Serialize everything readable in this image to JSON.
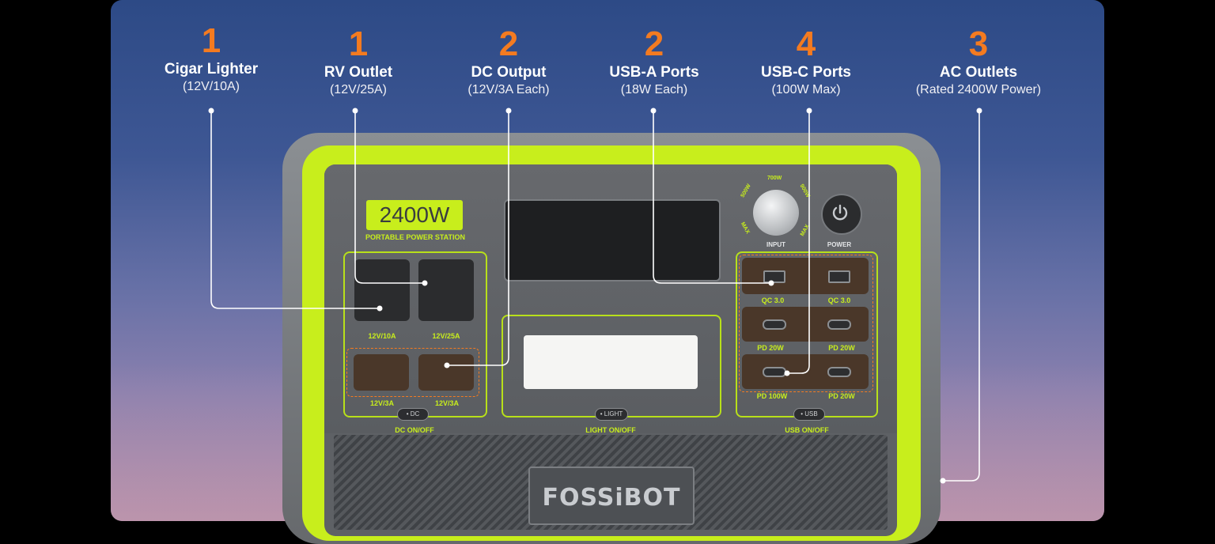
{
  "callouts": [
    {
      "count": "1",
      "title": "Cigar Lighter",
      "spec": "(12V/10A)"
    },
    {
      "count": "1",
      "title": "RV Outlet",
      "spec": "(12V/25A)"
    },
    {
      "count": "2",
      "title": "DC Output",
      "spec": "(12V/3A Each)"
    },
    {
      "count": "2",
      "title": "USB-A Ports",
      "spec": "(18W Each)"
    },
    {
      "count": "4",
      "title": "USB-C Ports",
      "spec": "(100W Max)"
    },
    {
      "count": "3",
      "title": "AC Outlets",
      "spec": "(Rated 2400W Power)"
    }
  ],
  "device": {
    "badge": "2400W",
    "badge_sub": "PORTABLE POWER STATION",
    "logo": "FOSSiBOT",
    "knob_marks": [
      "500W",
      "700W",
      "900W",
      "MAX",
      "MAX"
    ],
    "knob_label": "INPUT",
    "power_label": "POWER",
    "port_labels": {
      "cigar": "12V/10A",
      "rv": "12V/25A",
      "dc1": "12V/3A",
      "dc2": "12V/3A",
      "usba1": "QC 3.0",
      "usba2": "QC 3.0",
      "usbc1": "PD 20W",
      "usbc2": "PD 20W",
      "usbc3": "PD 100W",
      "usbc4": "PD 20W"
    },
    "buttons": {
      "dc": "• DC",
      "light": "• LIGHT",
      "usb": "• USB"
    },
    "sections": {
      "dc": "DC ON/OFF",
      "light": "LIGHT ON/OFF",
      "usb": "USB ON/OFF"
    }
  },
  "colors": {
    "accent_orange": "#f47b20",
    "lime": "#c8ee1c"
  }
}
